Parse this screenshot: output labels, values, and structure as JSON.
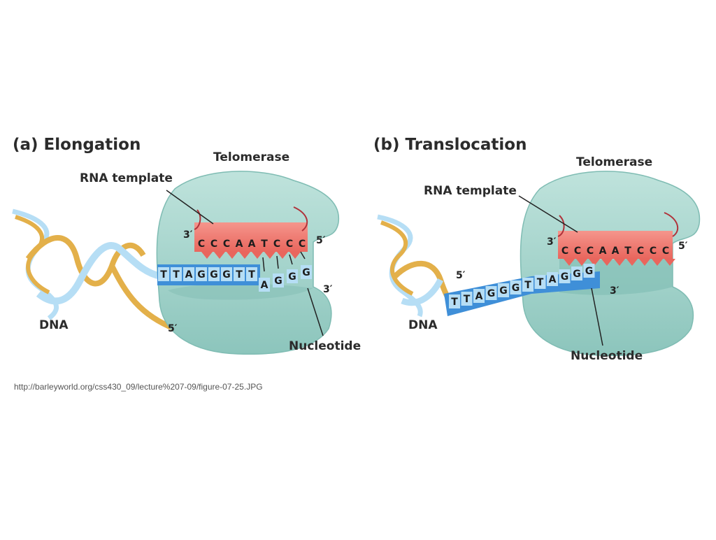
{
  "panel_a": {
    "title": "(a) Elongation",
    "telomerase_label": "Telomerase",
    "rna_template_label": "RNA template",
    "dna_label": "DNA",
    "nucleotide_label": "Nucleotide",
    "rna_bases": [
      "C",
      "C",
      "C",
      "A",
      "A",
      "T",
      "C",
      "C",
      "C"
    ],
    "dna_bases": [
      "T",
      "T",
      "A",
      "G",
      "G",
      "G",
      "T",
      "T"
    ],
    "nucleotide_bases": [
      "A",
      "G",
      "G",
      "G"
    ],
    "rna_3prime": "3′",
    "rna_5prime": "5′",
    "dna_3prime": "3′",
    "dna_5prime": "5′"
  },
  "panel_b": {
    "title": "(b) Translocation",
    "telomerase_label": "Telomerase",
    "rna_template_label": "RNA template",
    "dna_label": "DNA",
    "nucleotide_label": "Nucleotide",
    "rna_bases": [
      "C",
      "C",
      "C",
      "A",
      "A",
      "T",
      "C",
      "C",
      "C"
    ],
    "dna_bases": [
      "T",
      "T",
      "A",
      "G",
      "G",
      "G",
      "T",
      "T",
      "A",
      "G",
      "G",
      "G"
    ],
    "rna_3prime": "3′",
    "rna_5prime": "5′",
    "dna_3prime": "3′",
    "dna_5prime": "5′"
  },
  "source_url": "http://barleyworld.org/css430_09/lecture%207-09/figure-07-25.JPG",
  "colors": {
    "telomerase": "#a8d6cf",
    "telomerase_dark": "#7fbcb3",
    "rna": "#ef7d74",
    "dna_strand": "#3f8fd8",
    "dna_light": "#b6def5",
    "helix_gold": "#e3b04a"
  }
}
